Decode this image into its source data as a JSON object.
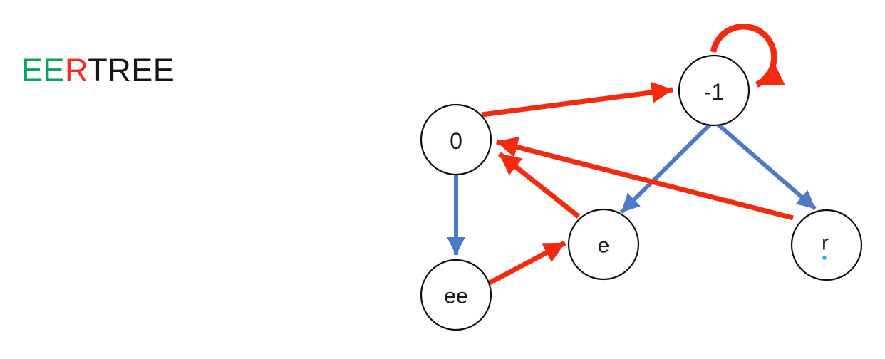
{
  "title": {
    "part_green": "EE",
    "part_red": "R",
    "part_black": "TREE",
    "full_text": "EERTREE"
  },
  "colors": {
    "title_green": "#09a35a",
    "title_red": "#fb2a18",
    "title_black": "#161616",
    "edge_red": "#f42a0f",
    "edge_blue": "#4d79c9",
    "node_stroke": "#101010",
    "node_fill": "#ffffff",
    "cursor_dot": "#1db8e8"
  },
  "graph": {
    "type": "directed-graph",
    "nodes": [
      {
        "label": "-1"
      },
      {
        "label": "0"
      },
      {
        "label": "e"
      },
      {
        "label": "ee"
      },
      {
        "label": "r"
      }
    ],
    "edges": [
      {
        "from": "0",
        "to": "-1",
        "color": "red"
      },
      {
        "from": "-1",
        "to": "-1",
        "color": "red",
        "shape": "self-loop"
      },
      {
        "from": "-1",
        "to": "e",
        "color": "blue"
      },
      {
        "from": "-1",
        "to": "r",
        "color": "blue"
      },
      {
        "from": "0",
        "to": "ee",
        "color": "blue"
      },
      {
        "from": "ee",
        "to": "e",
        "color": "red"
      },
      {
        "from": "e",
        "to": "0",
        "color": "red"
      },
      {
        "from": "r",
        "to": "0",
        "color": "red"
      }
    ]
  }
}
